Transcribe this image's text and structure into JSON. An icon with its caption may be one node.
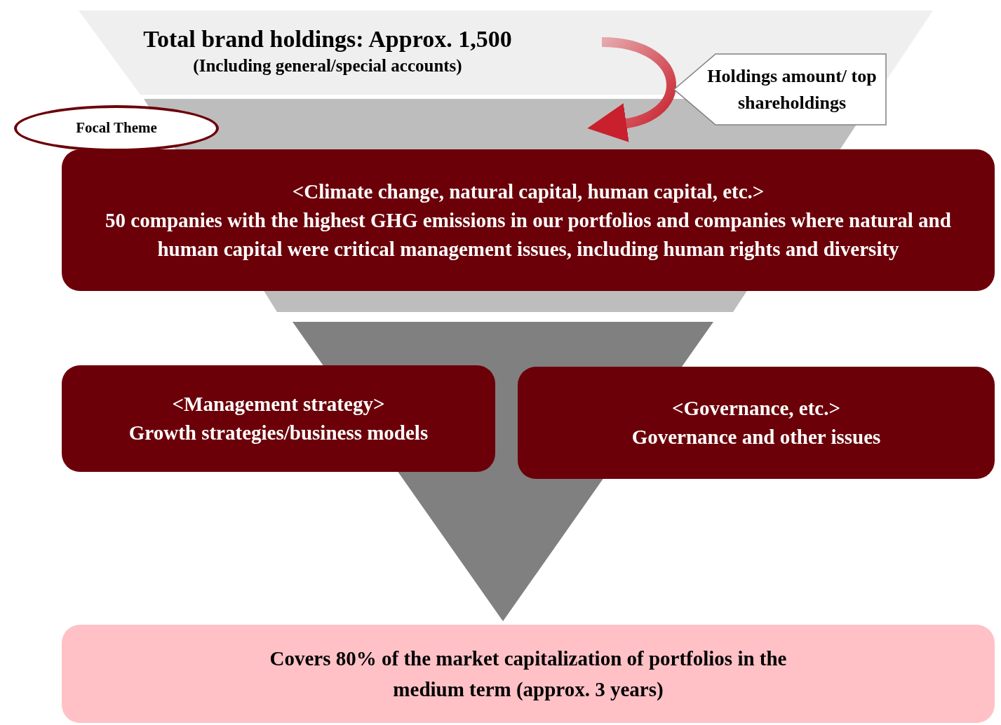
{
  "diagram": {
    "nodes": [
      {
        "text": [
          "Total brand holdings: Approx. 1,500",
          "(Including general/special accounts)"
        ]
      },
      {
        "text": [],
        "shape": "band"
      },
      {
        "text": [
          "Holdings amount/ top shareholdings"
        ]
      },
      {
        "text": [
          "Focal Theme"
        ]
      },
      {
        "text": [
          "<Climate change, natural capital, human capital, etc.>",
          "50 companies with the highest GHG emissions in our portfolios and companies where natural and human capital were critical management issues, including human rights and diversity"
        ]
      },
      {
        "text": [],
        "shape": "triangle"
      },
      {
        "text": [
          "<Management strategy>",
          "Growth strategies/business models"
        ]
      },
      {
        "text": [
          "<Governance, etc.>",
          "Governance and other issues"
        ]
      },
      {
        "text": [
          "Covers 80% of the market capitalization of portfolios in the medium term (approx. 3 years)"
        ]
      }
    ],
    "edges": [
      {
        "from": 0,
        "to": 1,
        "arrow": "to"
      }
    ]
  }
}
